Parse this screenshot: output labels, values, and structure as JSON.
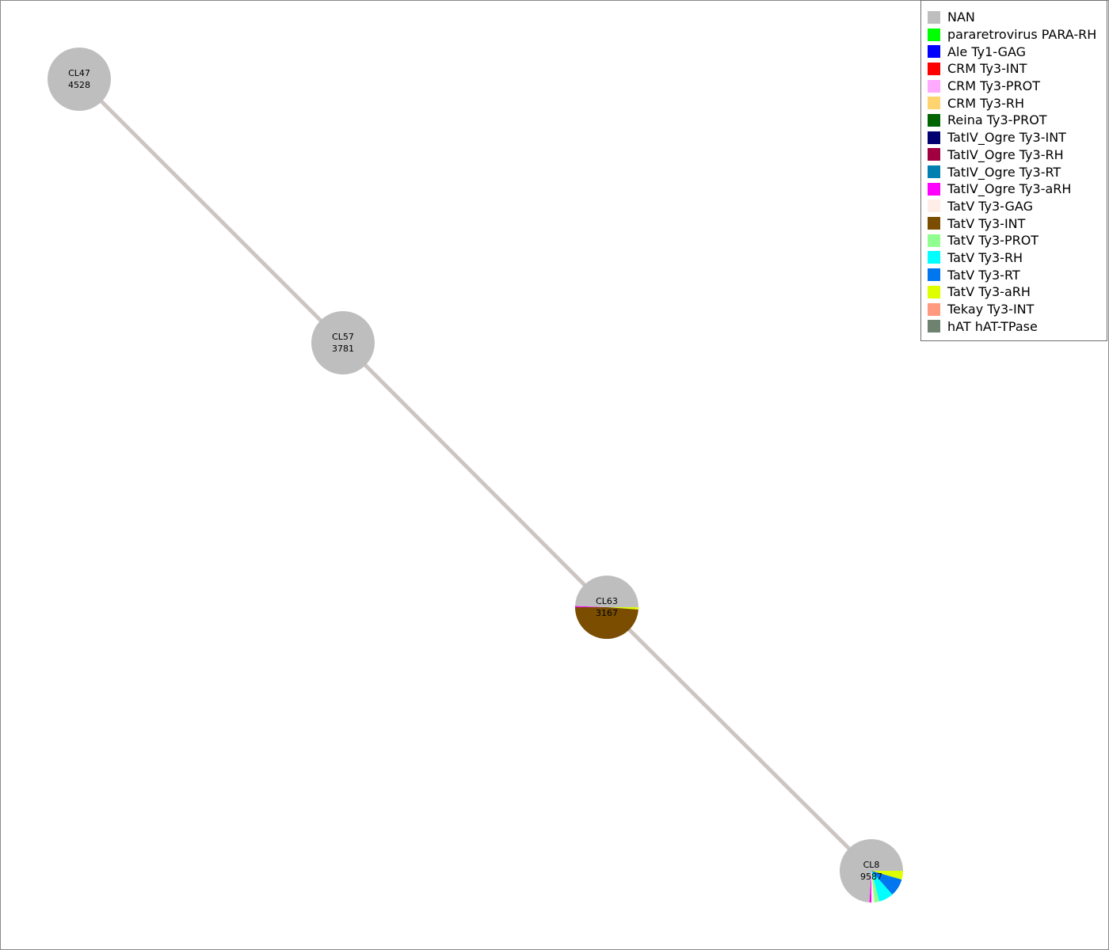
{
  "legend": [
    {
      "name": "NAN",
      "color": "#bebebe"
    },
    {
      "name": "pararetrovirus PARA-RH",
      "color": "#00ff00"
    },
    {
      "name": "Ale Ty1-GAG",
      "color": "#0000ff"
    },
    {
      "name": "CRM Ty3-INT",
      "color": "#ff0000"
    },
    {
      "name": "CRM Ty3-PROT",
      "color": "#ffaaff"
    },
    {
      "name": "CRM Ty3-RH",
      "color": "#ffd36e"
    },
    {
      "name": "Reina Ty3-PROT",
      "color": "#006400"
    },
    {
      "name": "TatIV_Ogre Ty3-INT",
      "color": "#000070"
    },
    {
      "name": "TatIV_Ogre Ty3-RH",
      "color": "#a00040"
    },
    {
      "name": "TatIV_Ogre Ty3-RT",
      "color": "#0080b0"
    },
    {
      "name": "TatIV_Ogre Ty3-aRH",
      "color": "#ff00ff"
    },
    {
      "name": "TatV Ty3-GAG",
      "color": "#ffeee8"
    },
    {
      "name": "TatV Ty3-INT",
      "color": "#7a4d00"
    },
    {
      "name": "TatV Ty3-PROT",
      "color": "#90ff90"
    },
    {
      "name": "TatV Ty3-RH",
      "color": "#00ffff"
    },
    {
      "name": "TatV Ty3-RT",
      "color": "#0077ee"
    },
    {
      "name": "TatV Ty3-aRH",
      "color": "#ddff00"
    },
    {
      "name": "Tekay Ty3-INT",
      "color": "#ff9a80"
    },
    {
      "name": "hAT hAT-TPase",
      "color": "#6e8270"
    }
  ],
  "edge_color": "#cdc5c2",
  "nodes": [
    {
      "id": "CL47",
      "name": "CL47",
      "size": "4528",
      "composition": [
        {
          "cls": "NAN",
          "frac": 1.0
        }
      ]
    },
    {
      "id": "CL57",
      "name": "CL57",
      "size": "3781",
      "composition": [
        {
          "cls": "NAN",
          "frac": 1.0
        }
      ]
    },
    {
      "id": "CL63",
      "name": "CL63",
      "size": "3167",
      "composition": [
        {
          "cls": "TatV Ty3-aRH",
          "frac": 0.012
        },
        {
          "cls": "TatV Ty3-INT",
          "frac": 0.488
        },
        {
          "cls": "TatIV_Ogre Ty3-aRH",
          "frac": 0.006
        },
        {
          "cls": "NAN",
          "frac": 0.494
        }
      ]
    },
    {
      "id": "CL8",
      "name": "CL8",
      "size": "9587",
      "composition": [
        {
          "cls": "TatV Ty3-aRH",
          "frac": 0.045
        },
        {
          "cls": "TatV Ty3-RT",
          "frac": 0.09
        },
        {
          "cls": "TatV Ty3-RH",
          "frac": 0.075
        },
        {
          "cls": "TatV Ty3-PROT",
          "frac": 0.025
        },
        {
          "cls": "TatV Ty3-GAG",
          "frac": 0.015
        },
        {
          "cls": "TatIV_Ogre Ty3-aRH",
          "frac": 0.01
        },
        {
          "cls": "NAN",
          "frac": 0.74
        }
      ]
    }
  ],
  "edges": [
    {
      "from": "CL47",
      "to": "CL57"
    },
    {
      "from": "CL57",
      "to": "CL63"
    },
    {
      "from": "CL63",
      "to": "CL8"
    }
  ]
}
